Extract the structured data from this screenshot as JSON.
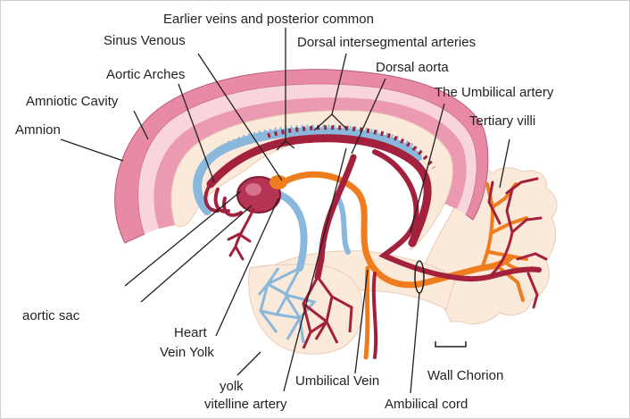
{
  "colors": {
    "amnion_pink": "#e98aa5",
    "amnion_light": "#f8d5dd",
    "cream": "#fbe9d9",
    "vein_blue": "#8ab8dd",
    "artery_red": "#a3213c",
    "umbilical_orange": "#ef7d1f",
    "leader_line": "#231f20",
    "border": "#cfcfcf"
  },
  "labels": {
    "earlier_veins": "Earlier veins and posterior common",
    "sinus_venous": "Sinus Venous",
    "dorsal_intersegmental": "Dorsal intersegmental arteries",
    "dorsal_aorta": "Dorsal aorta",
    "aortic_arches": "Aortic Arches",
    "umbilical_artery": "The Umbilical artery",
    "amniotic_cavity": "Amniotic Cavity",
    "tertiary_villi": "Tertiary villi",
    "amnion": "Amnion",
    "aortic_sac": "aortic sac",
    "heart": "Heart",
    "vein_yolk": "Vein Yolk",
    "yolk": "yolk",
    "vitelline_artery": "vitelline artery",
    "umbilical_vein": "Umbilical Vein",
    "wall_chorion": "Wall Chorion",
    "ambilical_cord": "Ambilical cord"
  }
}
